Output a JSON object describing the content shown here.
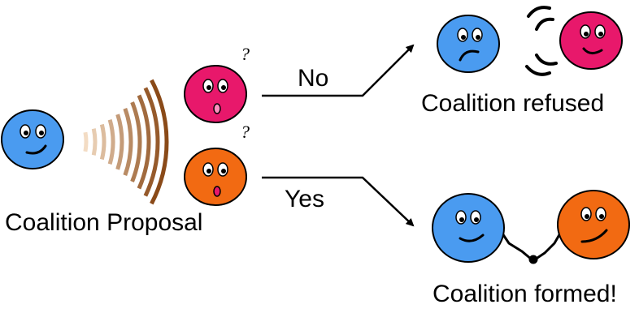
{
  "labels": {
    "proposal": "Coalition Proposal",
    "no": "No",
    "yes": "Yes",
    "refused": "Coalition refused",
    "formed": "Coalition formed!",
    "question_mark": "?"
  },
  "colors": {
    "blue": "#4a9bf0",
    "pink": "#e8186b",
    "orange": "#f26a12",
    "signal_dark": "#8a4a18",
    "signal_light": "#f3dcc4",
    "stroke": "#000000"
  },
  "icons": {
    "signal": "broadcast-waves-icon",
    "sad": "sad-face-icon",
    "happy": "smiley-face-icon",
    "surprised": "surprised-face-icon",
    "rejection": "rejection-arcs-icon",
    "link": "holding-hands-icon"
  }
}
